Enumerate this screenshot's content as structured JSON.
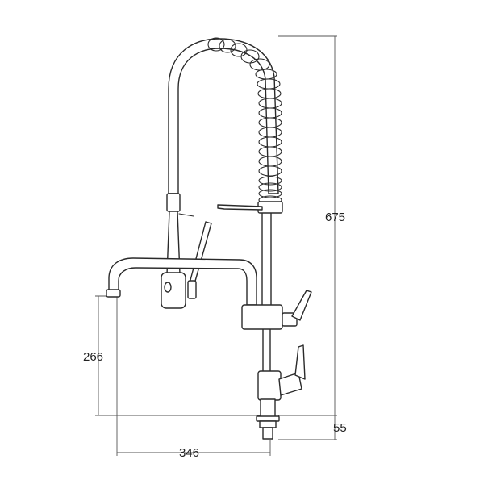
{
  "dimensions": {
    "overall_height": "675",
    "spout_height": "266",
    "spout_reach": "346",
    "base_height": "55"
  },
  "colors": {
    "line": "#2a2a2a",
    "dimension_line": "#555555",
    "background": "#ffffff"
  }
}
